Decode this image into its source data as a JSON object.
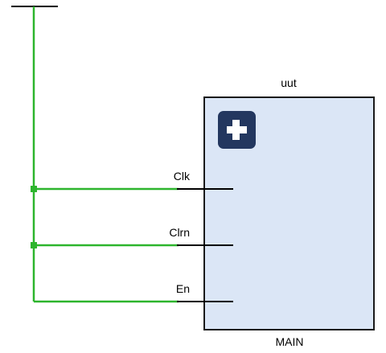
{
  "module": {
    "instance_name": "uut",
    "type_name": "MAIN",
    "expand_button_symbol": "+",
    "expand_button_icon": "plus-icon"
  },
  "ports": [
    {
      "name": "Clk"
    },
    {
      "name": "Clrn"
    },
    {
      "name": "En"
    }
  ],
  "colors": {
    "wire": "#2db52d",
    "module_fill": "#dbe6f6",
    "module_border": "#1a1a1a",
    "expand_button": "#23375f",
    "port_line": "#000000"
  }
}
